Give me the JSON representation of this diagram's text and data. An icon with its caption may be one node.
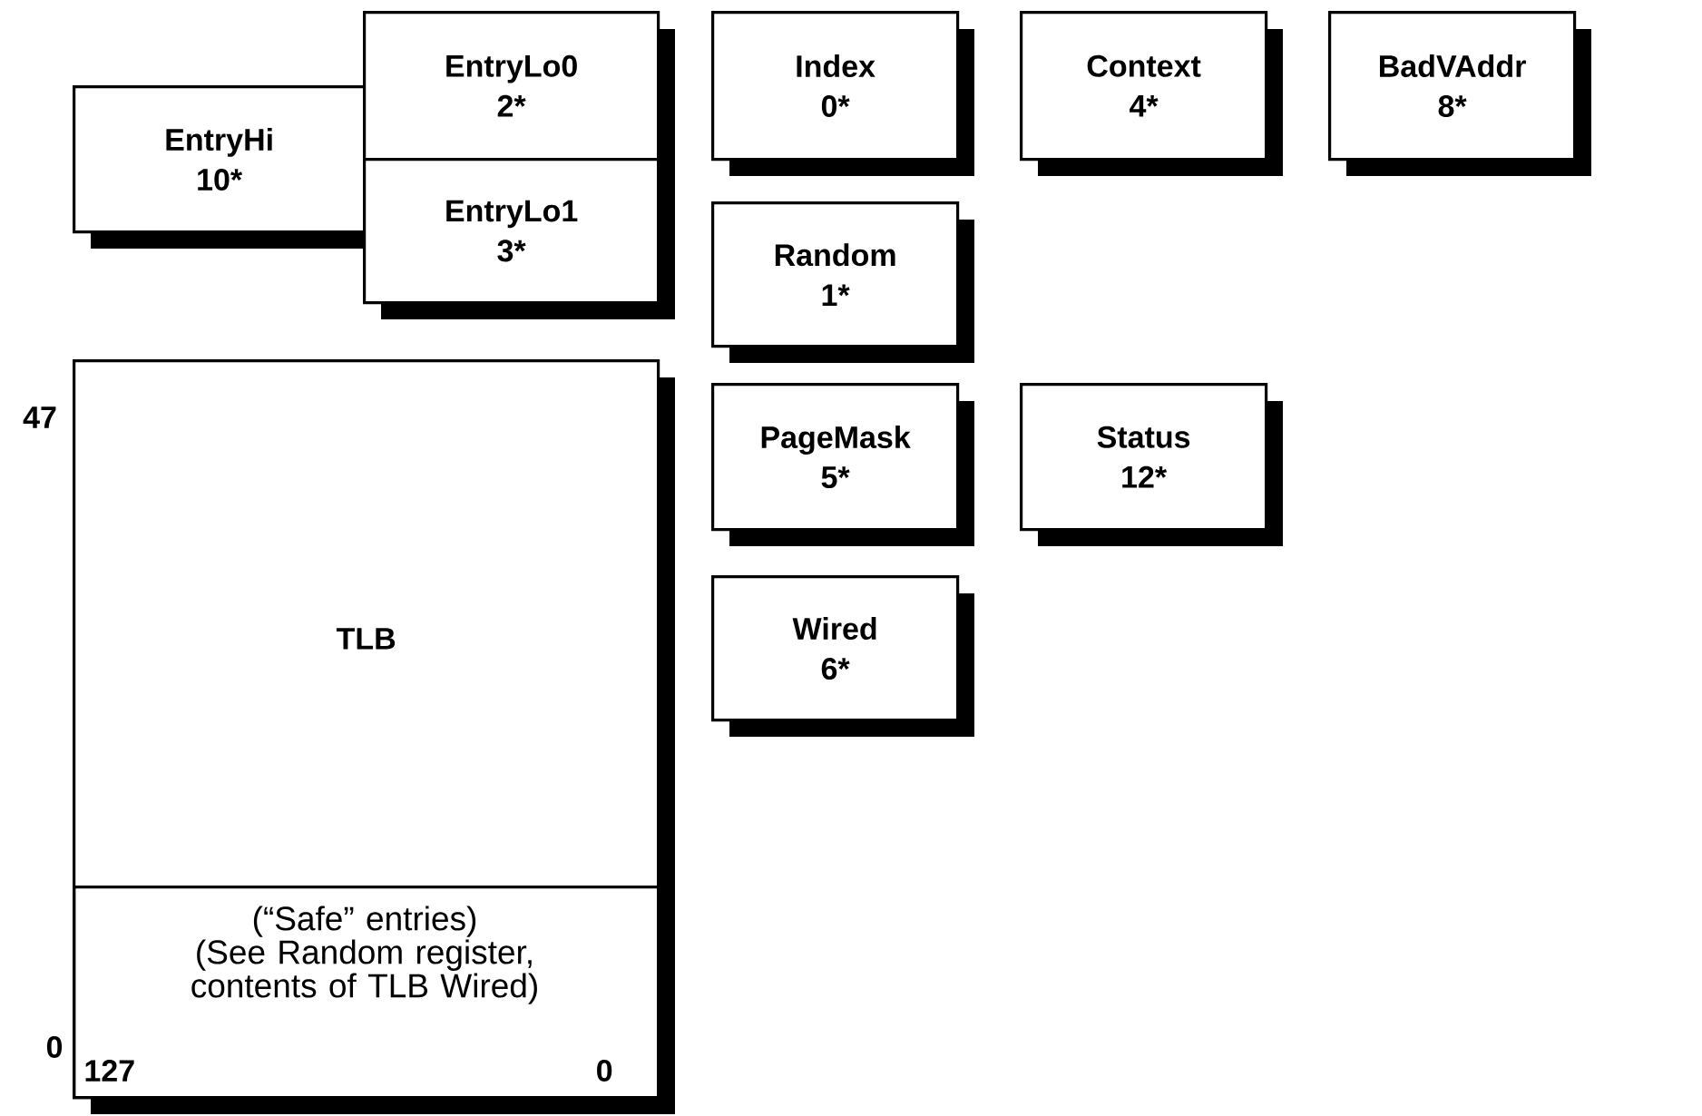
{
  "diagram": {
    "nodes": [
      {
        "text": [
          "EntryHi",
          "10*"
        ]
      },
      {
        "text": [
          "EntryLo0",
          "2*"
        ]
      },
      {
        "text": [
          "EntryLo1",
          "3*"
        ]
      },
      {
        "text": [
          "Index",
          "0*"
        ]
      },
      {
        "text": [
          "Context",
          "4*"
        ]
      },
      {
        "text": [
          "BadVAddr",
          "8*"
        ]
      },
      {
        "text": [
          "Random",
          "1*"
        ]
      },
      {
        "text": [
          "PageMask",
          "5*"
        ]
      },
      {
        "text": [
          "Status",
          "12*"
        ]
      },
      {
        "text": [
          "Wired",
          "6*"
        ]
      },
      {
        "text": [
          "TLB"
        ]
      },
      {
        "text": [
          "(“Safe” entries)",
          "(See Random register, contents of TLB Wired)"
        ],
        "in": 10
      }
    ],
    "labels": [
      "47",
      "0",
      "127",
      "0"
    ]
  }
}
